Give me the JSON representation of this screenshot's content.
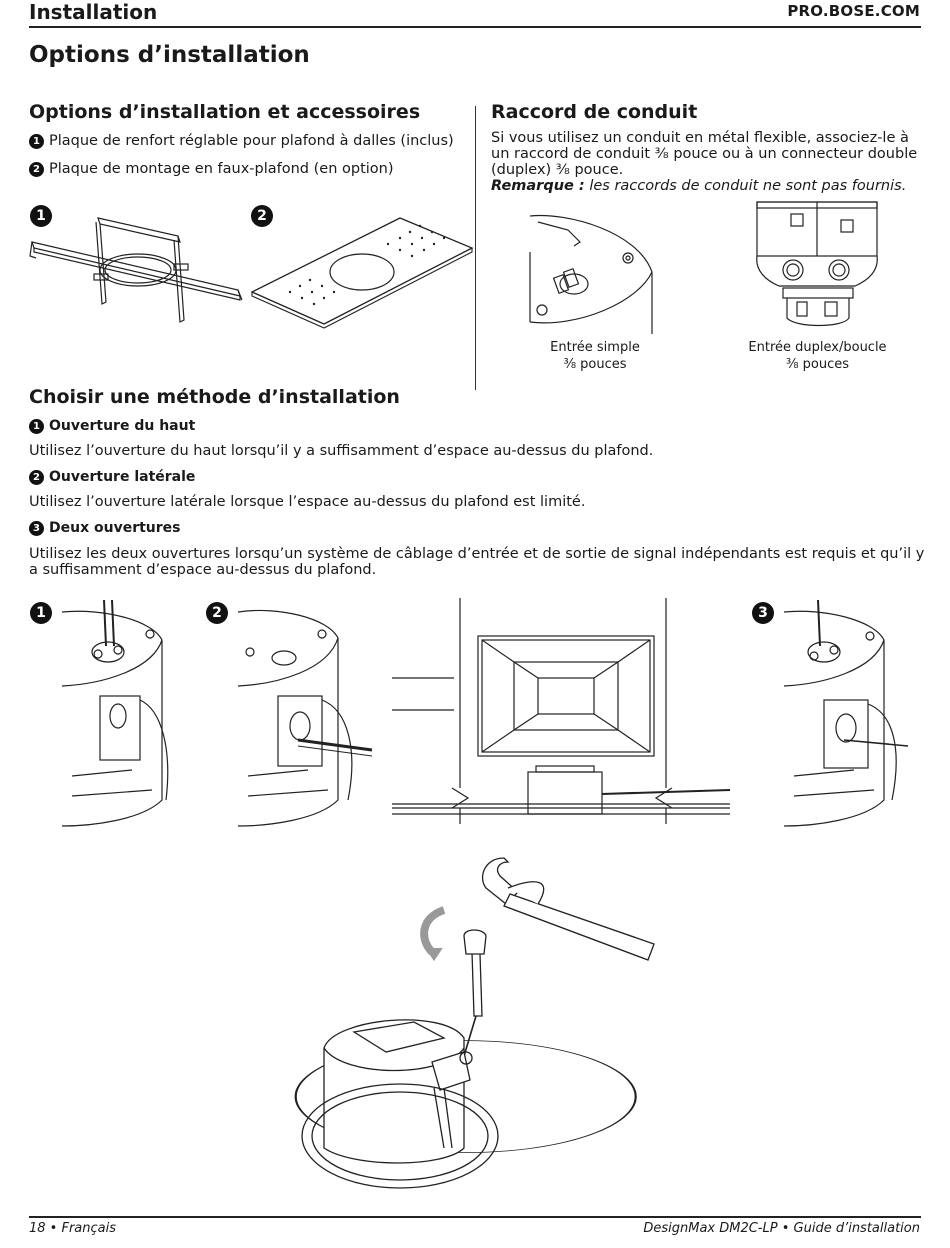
{
  "header": {
    "section": "Installation",
    "site": "PRO.BOSE.COM"
  },
  "page_title": "Options d’installation",
  "options": {
    "heading": "Options d’installation et accessoires",
    "items": [
      {
        "num": "1",
        "text": "Plaque de renfort réglable pour plafond à dalles (inclus)"
      },
      {
        "num": "2",
        "text": "Plaque de montage en faux-plafond (en option)"
      }
    ],
    "figure_labels": [
      "1",
      "2"
    ]
  },
  "conduit": {
    "heading": "Raccord de conduit",
    "text_line1": "Si vous utilisez un conduit en métal flexible, associez-le à",
    "text_line2": "un raccord de conduit ⅜ pouce ou à un connecteur double",
    "text_line3": "(duplex) ⅜ pouce.",
    "note_label": "Remarque :",
    "note_text": " les raccords de conduit ne sont pas fournis.",
    "captions": [
      {
        "line1": "Entrée simple",
        "line2": "⅜ pouces"
      },
      {
        "line1": "Entrée duplex/boucle",
        "line2": "⅜ pouces"
      }
    ]
  },
  "method": {
    "heading": "Choisir une méthode d’installation",
    "items": [
      {
        "num": "1",
        "title": "Ouverture du haut",
        "text": "Utilisez l’ouverture du haut lorsqu’il y a suffisamment d’espace au-dessus du plafond."
      },
      {
        "num": "2",
        "title": "Ouverture latérale",
        "text": "Utilisez l’ouverture latérale lorsque l’espace au-dessus du plafond est limité."
      },
      {
        "num": "3",
        "title": "Deux ouvertures",
        "text_line1": "Utilisez les deux ouvertures lorsqu’un système de câblage d’entrée et de sortie de signal indépendants est requis et qu’il y",
        "text_line2": "a suffisamment d’espace au-dessus du plafond."
      }
    ],
    "figure_labels": [
      "1",
      "2",
      "3"
    ]
  },
  "footer": {
    "left": "18 • Français",
    "right": "DesignMax DM2C-LP • Guide d’installation"
  }
}
